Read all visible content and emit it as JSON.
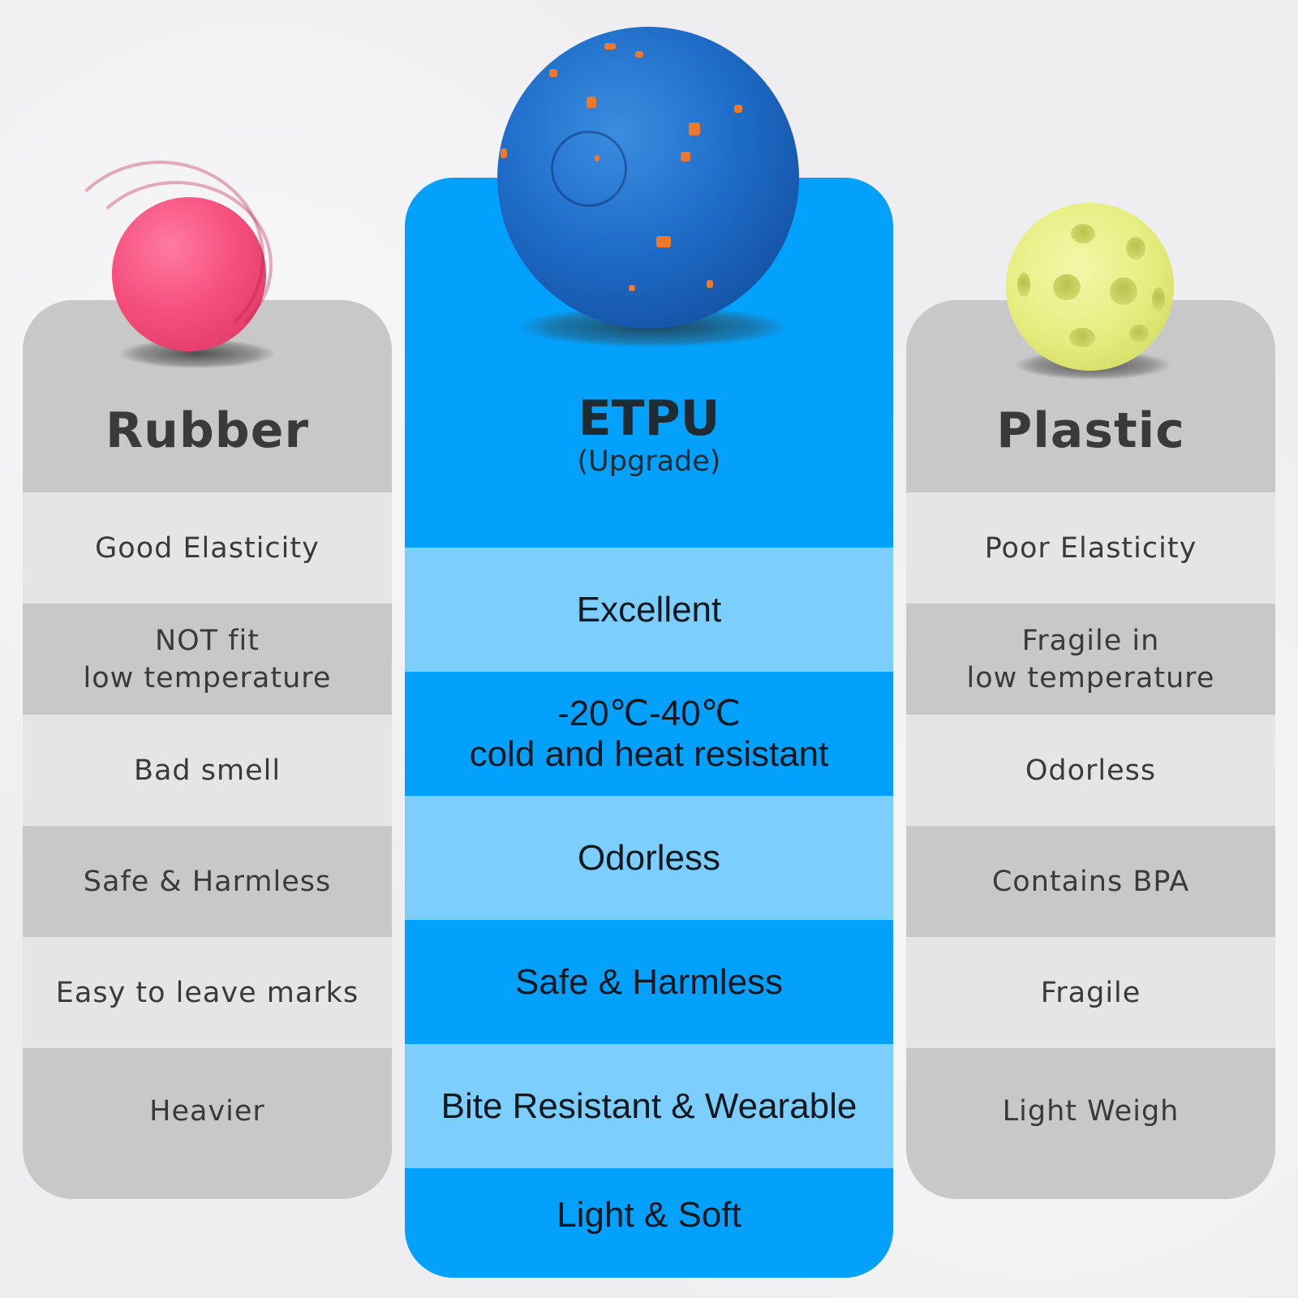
{
  "columns": {
    "rubber": {
      "title": "Rubber",
      "rows": [
        {
          "text": [
            "Good Elasticity"
          ]
        },
        {
          "text": [
            "NOT fit",
            "low temperature"
          ]
        },
        {
          "text": [
            "Bad smell"
          ]
        },
        {
          "text": [
            "Safe & Harmless"
          ]
        },
        {
          "text": [
            "Easy to leave marks"
          ]
        },
        {
          "text": [
            "Heavier"
          ]
        }
      ],
      "ball_color": "#f5517e"
    },
    "etpu": {
      "title": "ETPU",
      "subtitle": "(Upgrade)",
      "rows": [
        {
          "text": [
            "Excellent"
          ]
        },
        {
          "text": [
            "-20℃-40℃",
            "cold and heat resistant"
          ]
        },
        {
          "text": [
            "Odorless"
          ]
        },
        {
          "text": [
            "Safe & Harmless"
          ]
        },
        {
          "text": [
            "Bite Resistant & Wearable"
          ]
        },
        {
          "text": [
            "Light & Soft"
          ]
        }
      ],
      "accent_color": "#03a1fb",
      "ball_color": "#1e6cc8"
    },
    "plastic": {
      "title": "Plastic",
      "rows": [
        {
          "text": [
            "Poor Elasticity"
          ]
        },
        {
          "text": [
            "Fragile in",
            "low temperature"
          ]
        },
        {
          "text": [
            "Odorless"
          ]
        },
        {
          "text": [
            "Contains BPA"
          ]
        },
        {
          "text": [
            "Fragile"
          ]
        },
        {
          "text": [
            "Light Weigh"
          ]
        }
      ],
      "ball_color": "#e6ee82"
    }
  }
}
